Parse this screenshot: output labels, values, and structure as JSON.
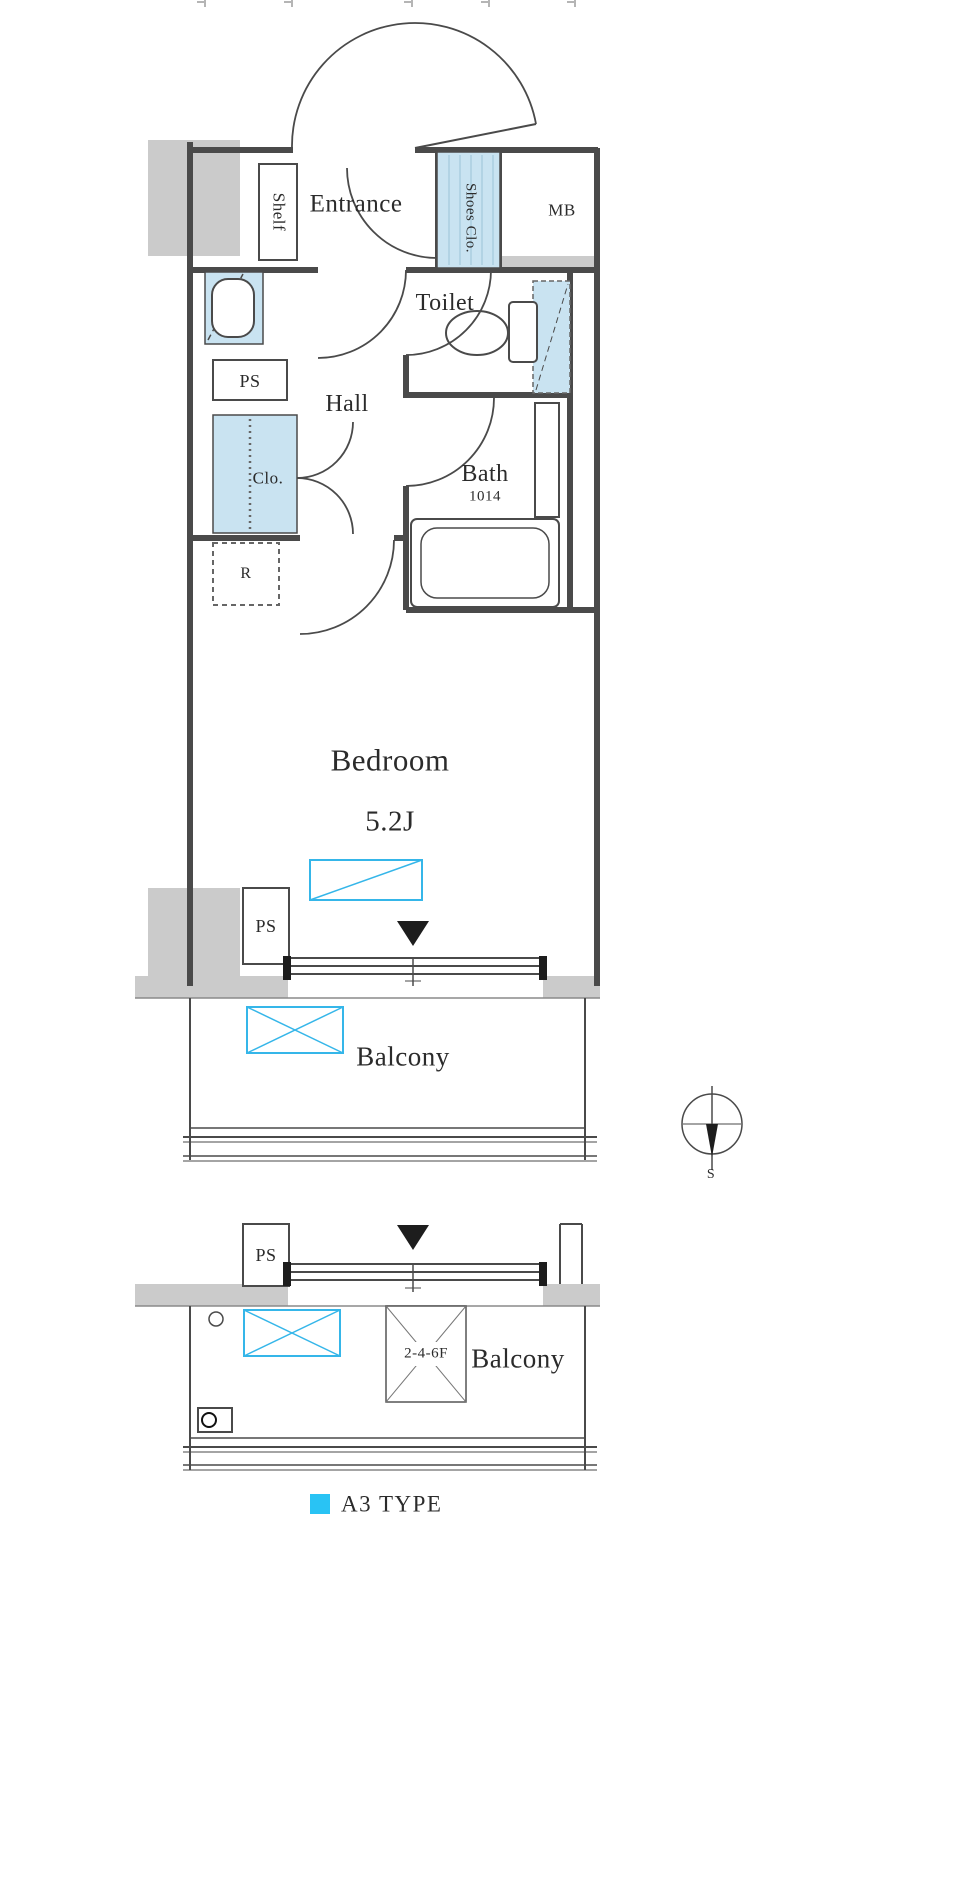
{
  "colors": {
    "wall": "#4a4a4a",
    "gray": "#cbcbcb",
    "blue": "#c9e3f1",
    "cyan": "#35b6e9",
    "legend": "#29c3f4",
    "text": "#2b2b2b"
  },
  "rooms": {
    "entrance": "Entrance",
    "hall": "Hall",
    "toilet": "Toilet",
    "bath": "Bath",
    "bath_size": "1014",
    "bedroom": "Bedroom",
    "bedroom_size": "5.2J",
    "balcony": "Balcony"
  },
  "fixtures": {
    "shelf": "Shelf",
    "shoes_closet": "Shoes Clo.",
    "closet": "Clo.",
    "meter_box": "MB",
    "pipe_space_top": "PS",
    "pipe_space_bottom": "PS",
    "refrigerator": "R"
  },
  "lower_detail": {
    "pipe_space": "PS",
    "floors": "2-4-6F",
    "balcony": "Balcony"
  },
  "compass": {
    "south": "S"
  },
  "legend": {
    "label": "A3 TYPE"
  }
}
